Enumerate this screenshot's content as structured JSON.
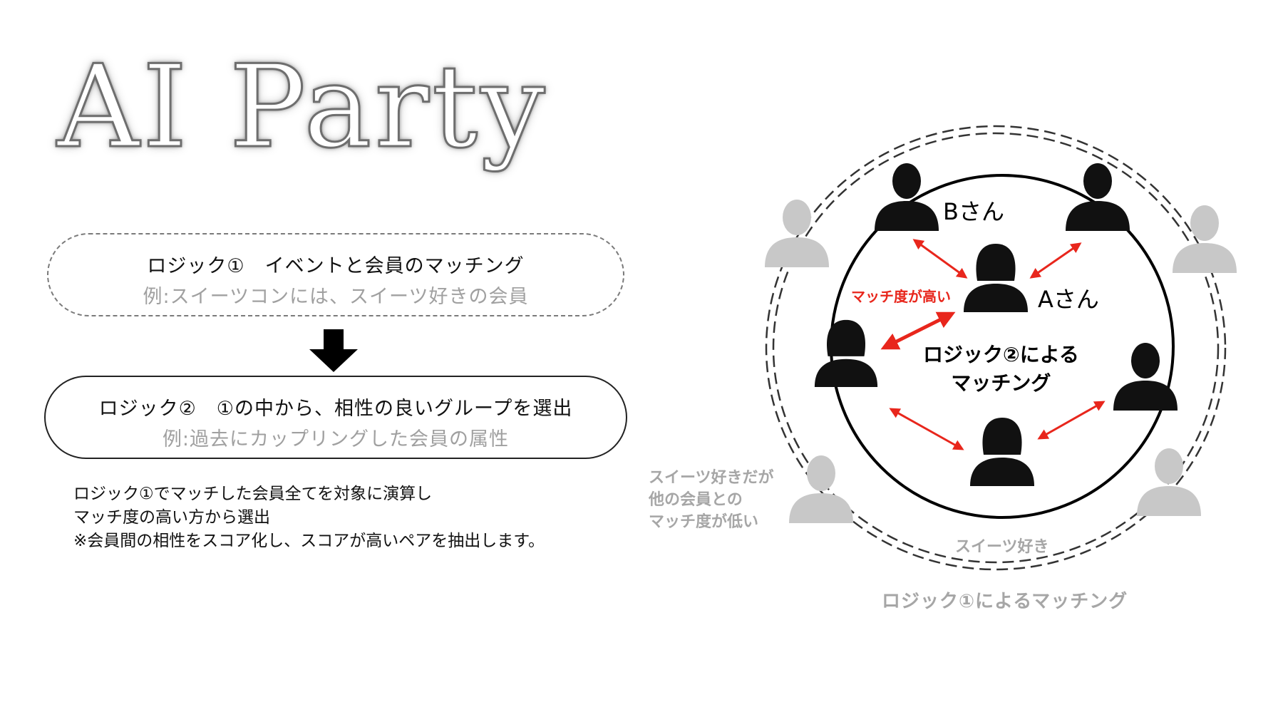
{
  "title": "AI Party",
  "logic1_box": {
    "heading": "ロジック①　イベントと会員のマッチング",
    "example": "例:スイーツコンには、スイーツ好きの会員"
  },
  "logic2_box": {
    "heading": "ロジック②　①の中から、相性の良いグループを選出",
    "example": "例:過去にカップリングした会員の属性"
  },
  "notes": [
    "ロジック①でマッチした会員全てを対象に演算し",
    "マッチ度の高い方から選出",
    "※会員間の相性をスコア化し、スコアが高いペアを抽出します。"
  ],
  "diagram": {
    "person_b": "Bさん",
    "person_a": "Aさん",
    "high_match": "マッチ度が高い",
    "logic2_label_line1": "ロジック②による",
    "logic2_label_line2": "マッチング",
    "outside_note_lines": [
      "スイーツ好きだが",
      "他の会員との",
      "マッチ度が低い"
    ],
    "sweets_lover": "スイーツ好き",
    "logic1_caption": "ロジック①によるマッチング"
  },
  "colors": {
    "accent_red": "#e8261c",
    "grey_text": "#a6a6a6",
    "grey_person": "#c8c8c8",
    "black_person": "#111111"
  }
}
